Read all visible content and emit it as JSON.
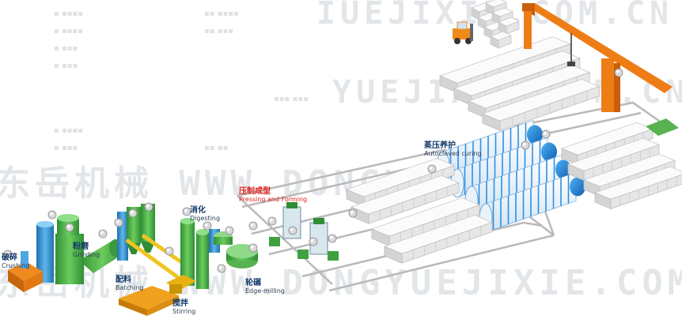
{
  "watermarks": {
    "top": "IUEJIXIE.COM.CN",
    "middle": "YUEJIXIE.COM.CN",
    "main": "东岳机械 WWW.DONGYUE",
    "bottom": "东岳机械 WWW.DONGYUEJIXIE.COM.CN"
  },
  "stages": {
    "crushing": {
      "cn": "破碎",
      "en": "Crushing"
    },
    "grinding": {
      "cn": "粉磨",
      "en": "Grinding"
    },
    "batching": {
      "cn": "配料",
      "en": "Batching"
    },
    "digesting": {
      "cn": "消化",
      "en": "Digesting"
    },
    "stirring": {
      "cn": "搅拌",
      "en": "Stirring"
    },
    "edge_milling": {
      "cn": "轮碾",
      "en": "Edge-milling"
    },
    "pressing": {
      "cn": "压制成型",
      "en": "Pressing and Forming"
    },
    "autoclaved": {
      "cn": "蒸压养护",
      "en": "Autoclaved curing"
    }
  },
  "colors": {
    "label_cn": "#123a6a",
    "label_highlight": "#e0201b",
    "equipment_green": "#4cb34a",
    "silo_blue": "#3f9fd6",
    "rail_gray": "#b9b9b9",
    "brick_face": "#f7f7f7",
    "autoclave_blue": "#2f8fe0",
    "crane_orange": "#ef7d16",
    "conveyor_yellow": "#f0c420"
  },
  "icons": [
    "crushing-machine-icon",
    "grinding-mill-icon",
    "batching-hopper-icon",
    "digester-icon",
    "stirrer-icon",
    "edge-mill-icon",
    "brick-press-icon",
    "autoclave-icon",
    "gantry-crane-icon",
    "forklift-icon",
    "brick-stack-icon",
    "process-number-badge-icon"
  ]
}
